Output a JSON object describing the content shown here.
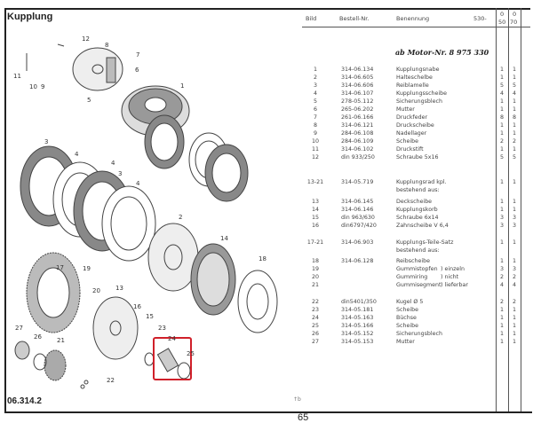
{
  "title": "Kupplung",
  "page_ref": "06.314.2",
  "page_number": "65",
  "scan_mark": "↑b",
  "header": {
    "bild": "Bild",
    "bestell": "Bestell-Nr.",
    "benennung": "Benennung",
    "model": "530-",
    "col1_top": "0",
    "col1_bottom": "50",
    "col2_top": "0",
    "col2_bottom": "70"
  },
  "handwritten_note": "ab Motor-Nr. 8 975 330",
  "rows": [
    {
      "bild": "1",
      "nr": "314-06.134",
      "name": "Kupplungsnabe",
      "q1": "1",
      "q2": "1"
    },
    {
      "bild": "2",
      "nr": "314-06.605",
      "name": "Halteschelbe",
      "q1": "1",
      "q2": "1"
    },
    {
      "bild": "3",
      "nr": "314-06.606",
      "name": "Reiblamelle",
      "q1": "5",
      "q2": "5"
    },
    {
      "bild": "4",
      "nr": "314-06.107",
      "name": "Kupplungsscheibe",
      "q1": "4",
      "q2": "4"
    },
    {
      "bild": "5",
      "nr": "278-05.112",
      "name": "Sicherungsblech",
      "q1": "1",
      "q2": "1"
    },
    {
      "bild": "6",
      "nr": "265-06.202",
      "name": "Mutter",
      "q1": "1",
      "q2": "1"
    },
    {
      "bild": "7",
      "nr": "261-06.166",
      "name": "Druckfeder",
      "q1": "8",
      "q2": "8"
    },
    {
      "bild": "8",
      "nr": "314-06.121",
      "name": "Druckscheibe",
      "q1": "1",
      "q2": "1"
    },
    {
      "bild": "9",
      "nr": "284-06.108",
      "name": "Nadellager",
      "q1": "1",
      "q2": "1"
    },
    {
      "bild": "10",
      "nr": "284-06.109",
      "name": "Scheibe",
      "q1": "2",
      "q2": "2"
    },
    {
      "bild": "11",
      "nr": "314-06.102",
      "name": "Druckstift",
      "q1": "1",
      "q2": "1"
    },
    {
      "bild": "12",
      "nr": "din 933/250",
      "name": "Schraube 5x16",
      "q1": "5",
      "q2": "5"
    },
    {
      "bild": "13-21",
      "nr": "314-05.719",
      "name": "Kupplungsrad kpl.",
      "q1": "1",
      "q2": "1"
    },
    {
      "bild": "",
      "nr": "",
      "name": "bestehend aus:",
      "q1": "",
      "q2": ""
    },
    {
      "bild": "13",
      "nr": "314-06.145",
      "name": "Deckscheibe",
      "q1": "1",
      "q2": "1"
    },
    {
      "bild": "14",
      "nr": "314-06.146",
      "name": "Kupplungskorb",
      "q1": "1",
      "q2": "1"
    },
    {
      "bild": "15",
      "nr": "din 963/630",
      "name": "Schraube 6x14",
      "q1": "3",
      "q2": "3"
    },
    {
      "bild": "16",
      "nr": "din6797/420",
      "name": "Zahnscheibe V 6,4",
      "q1": "3",
      "q2": "3"
    },
    {
      "bild": "17-21",
      "nr": "314-06.903",
      "name": "Kupplungs-Teile-Satz",
      "q1": "1",
      "q2": "1"
    },
    {
      "bild": "",
      "nr": "",
      "name": "bestehend aus:",
      "q1": "",
      "q2": ""
    },
    {
      "bild": "18",
      "nr": "314-06.128",
      "name": "Reibscheibe",
      "q1": "1",
      "q2": "1"
    },
    {
      "bild": "19",
      "nr": "",
      "name": "Gummistopfen",
      "ext": ") einzeln",
      "q1": "3",
      "q2": "3"
    },
    {
      "bild": "20",
      "nr": "",
      "name": "Gummiring",
      "ext": ") nicht",
      "q1": "2",
      "q2": "2"
    },
    {
      "bild": "21",
      "nr": "",
      "name": "Gummisegment",
      "ext": ") lieferbar",
      "q1": "4",
      "q2": "4"
    },
    {
      "bild": "22",
      "nr": "din5401/350",
      "name": "Kugel Ø 5",
      "q1": "2",
      "q2": "2"
    },
    {
      "bild": "23",
      "nr": "314-05.181",
      "name": "Scheibe",
      "q1": "1",
      "q2": "1"
    },
    {
      "bild": "24",
      "nr": "314-05.163",
      "name": "Büchse",
      "q1": "1",
      "q2": "1"
    },
    {
      "bild": "25",
      "nr": "314-05.166",
      "name": "Scheibe",
      "q1": "1",
      "q2": "1"
    },
    {
      "bild": "26",
      "nr": "314-05.152",
      "name": "Sicherungsblech",
      "q1": "1",
      "q2": "1"
    },
    {
      "bild": "27",
      "nr": "314-05.153",
      "name": "Mutter",
      "q1": "1",
      "q2": "1"
    }
  ],
  "callouts": [
    "12",
    "8",
    "7",
    "6",
    "11",
    "10",
    "9",
    "5",
    "1",
    "3",
    "4",
    "4",
    "3",
    "4",
    "2",
    "14",
    "18",
    "19",
    "17",
    "20",
    "13",
    "16",
    "15",
    "23",
    "24",
    "25",
    "27",
    "26",
    "21",
    "22"
  ],
  "highlight_color": "#d0202a"
}
